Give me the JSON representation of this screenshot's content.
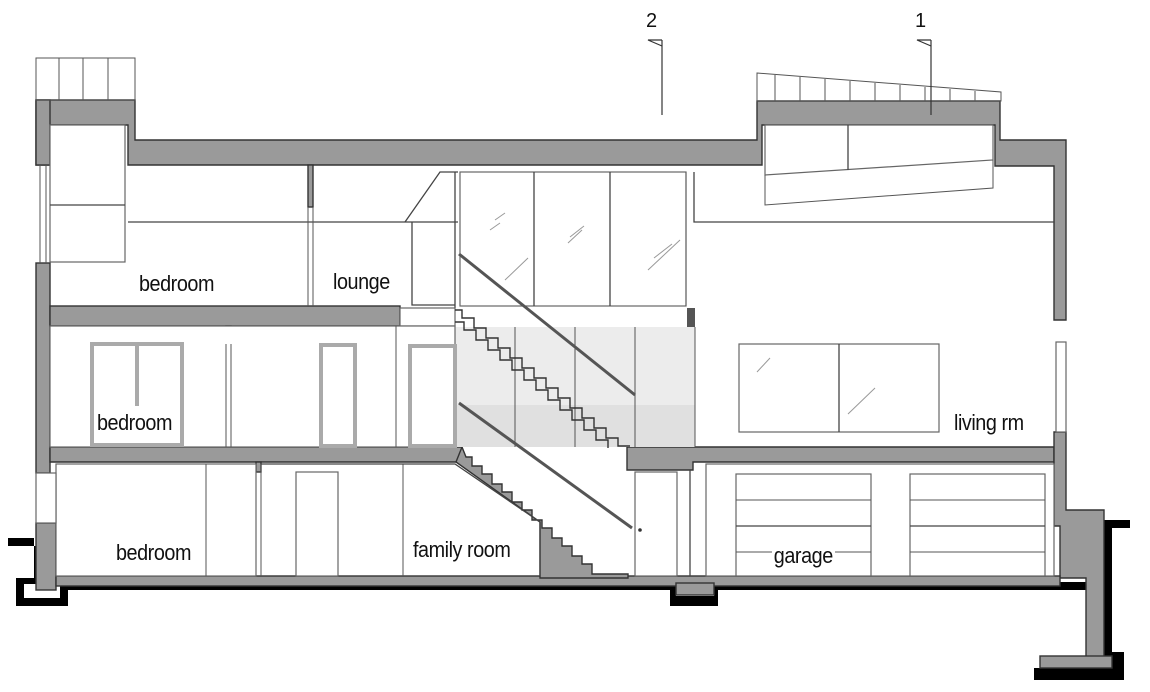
{
  "drawing": {
    "type": "building-section",
    "colors": {
      "wall_fill": "#9a9a9a",
      "ground_line": "#000000",
      "background": "#ffffff",
      "screen_fill": "#e6e6e6"
    }
  },
  "section_markers": [
    {
      "id": "marker-2",
      "label": "2"
    },
    {
      "id": "marker-1",
      "label": "1"
    }
  ],
  "rooms": {
    "upper_bedroom": "bedroom",
    "lounge": "lounge",
    "middle_bedroom": "bedroom",
    "living_room": "living rm",
    "lower_bedroom": "bedroom",
    "family_room": "family room",
    "garage": "garage"
  }
}
